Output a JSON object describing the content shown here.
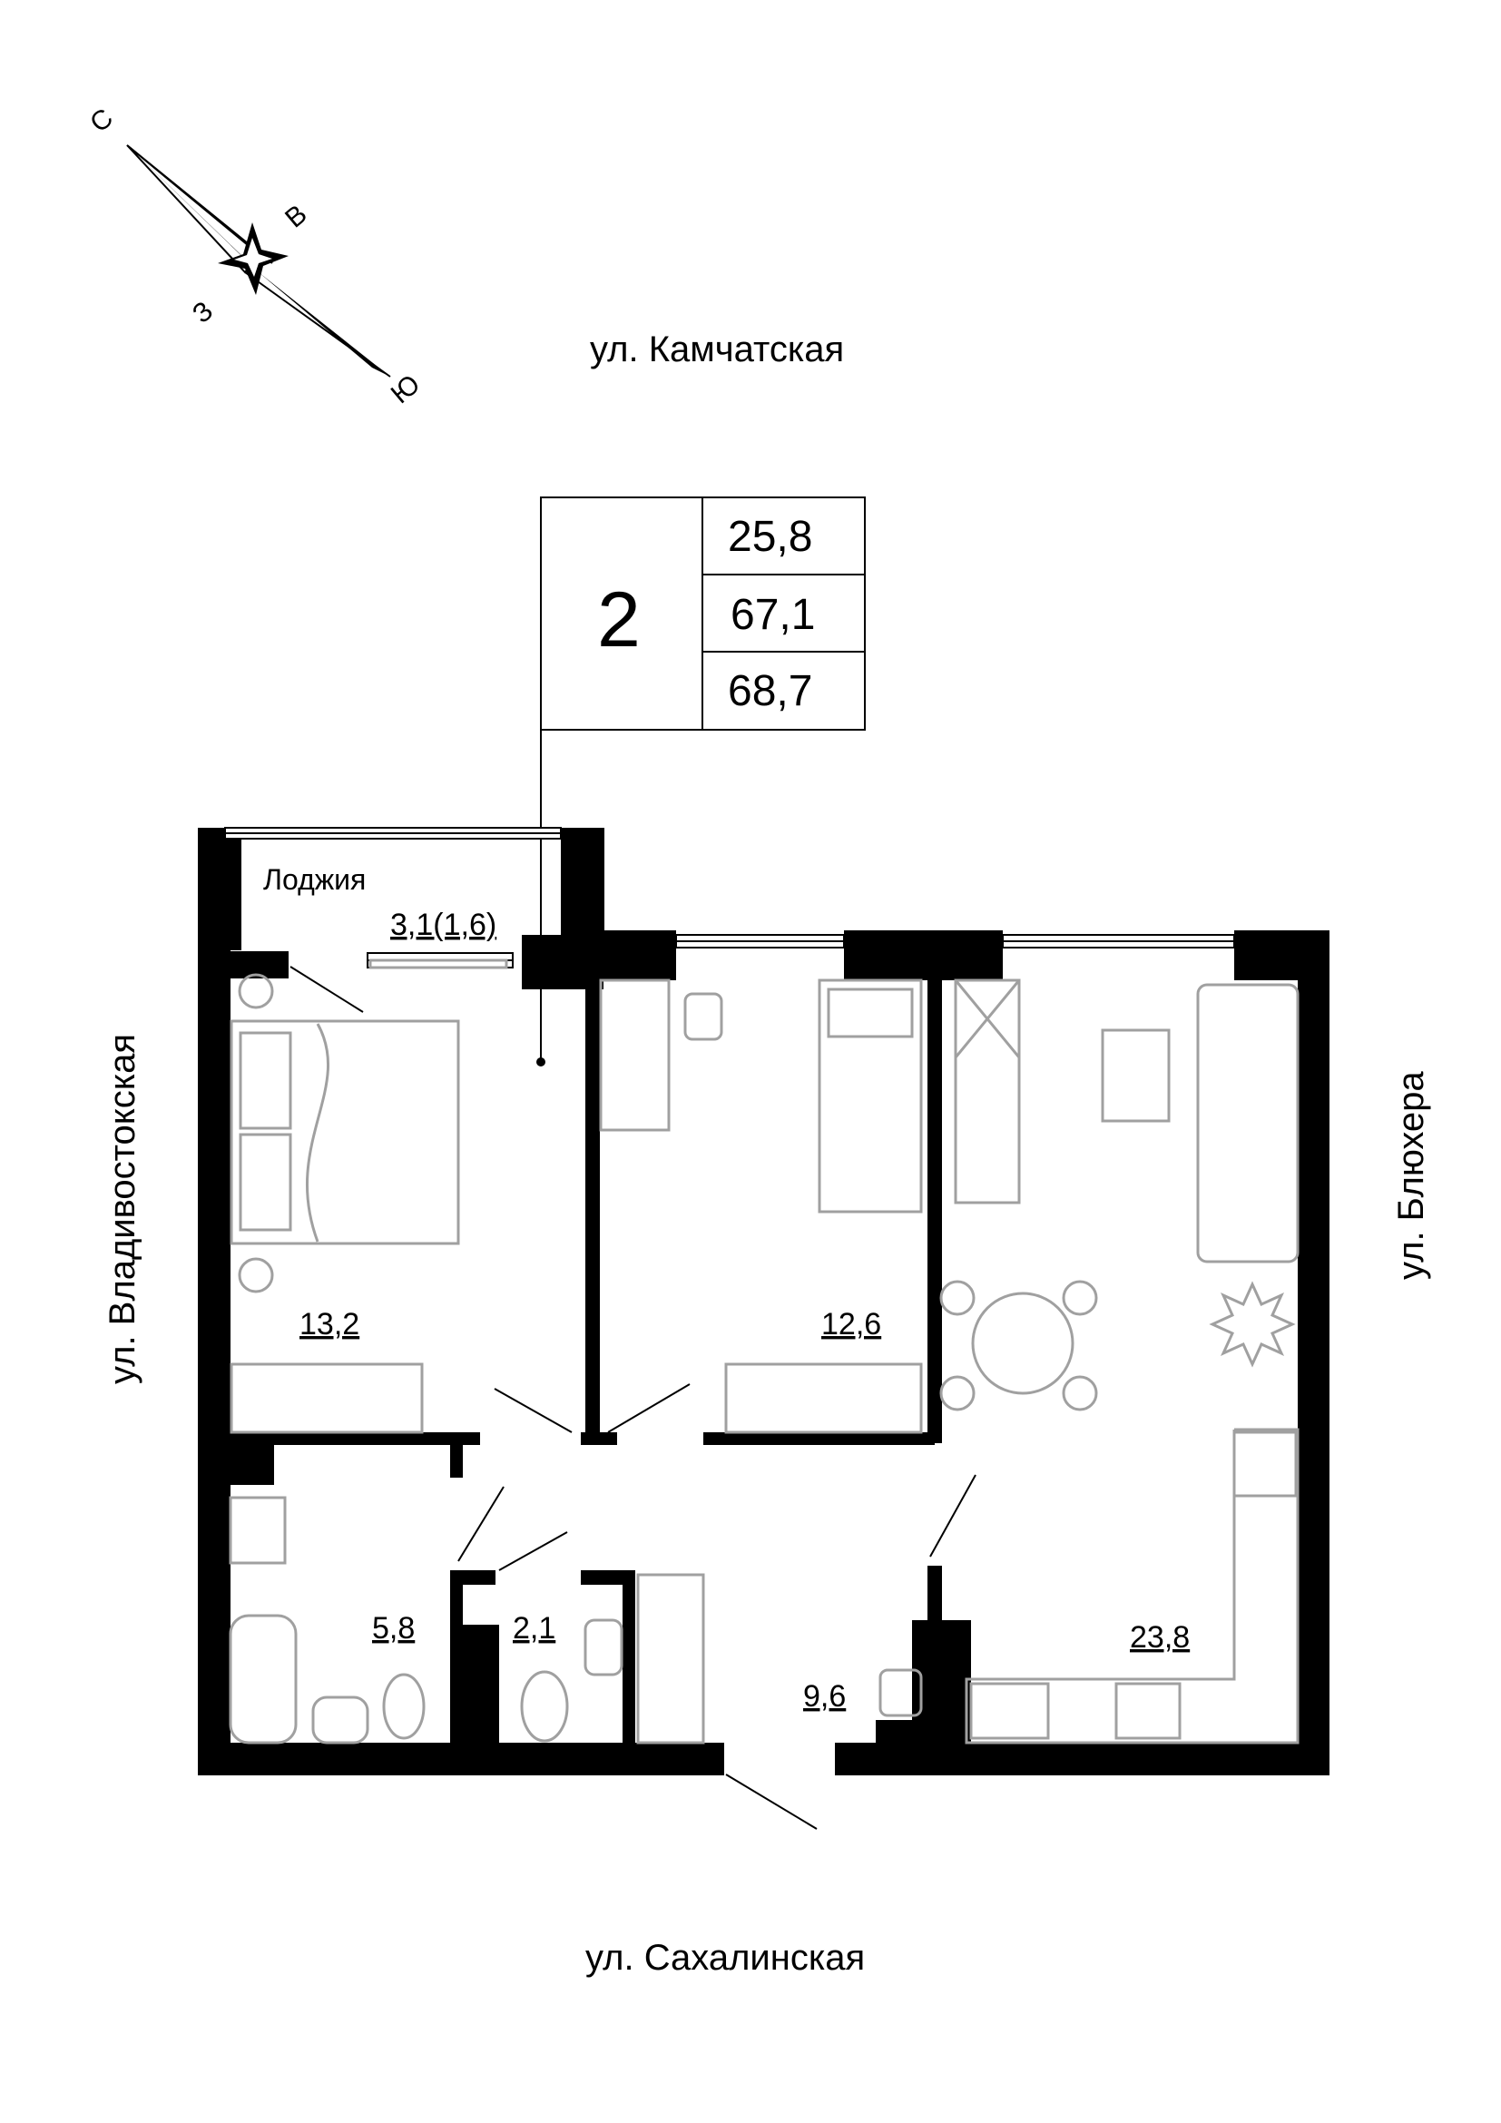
{
  "streets": {
    "top": "ул. Камчатская",
    "bottom": "ул. Сахалинская",
    "left": "ул. Владивостокская",
    "right": "ул. Блюхера"
  },
  "compass": {
    "north": "С",
    "south": "Ю",
    "east": "В",
    "west": "З"
  },
  "summary": {
    "rooms_count": "2",
    "living_area": "25,8",
    "total_area": "67,1",
    "total_with_loggia": "68,7"
  },
  "rooms": {
    "loggia_label": "Лоджия",
    "loggia_area": "3,1(1,6)",
    "bedroom_area": "13,2",
    "room2_area": "12,6",
    "kitchen_living_area": "23,8",
    "bathroom_area": "5,8",
    "wc_area": "2,1",
    "hall_area": "9,6"
  }
}
